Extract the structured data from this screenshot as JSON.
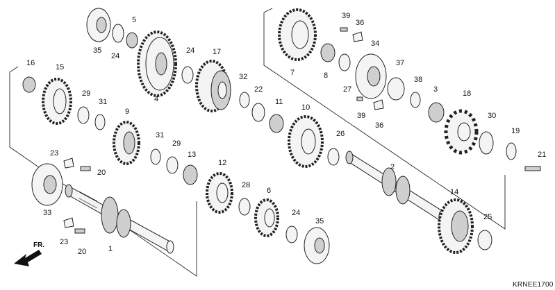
{
  "diagram_code": "KRNEE1700",
  "direction_label": "FR.",
  "callouts": [
    "35",
    "24",
    "5",
    "4",
    "24",
    "17",
    "32",
    "22",
    "11",
    "10",
    "26",
    "15",
    "16",
    "29",
    "31",
    "9",
    "31",
    "29",
    "13",
    "12",
    "28",
    "6",
    "24",
    "35",
    "23",
    "20",
    "33",
    "23",
    "20",
    "1",
    "7",
    "8",
    "27",
    "34",
    "37",
    "38",
    "3",
    "18",
    "30",
    "19",
    "21",
    "39",
    "36",
    "39",
    "36",
    "2",
    "14",
    "25"
  ],
  "colors": {
    "ink": "#222222",
    "fill": "#f4f4f4",
    "shade": "#cfcfcf"
  }
}
